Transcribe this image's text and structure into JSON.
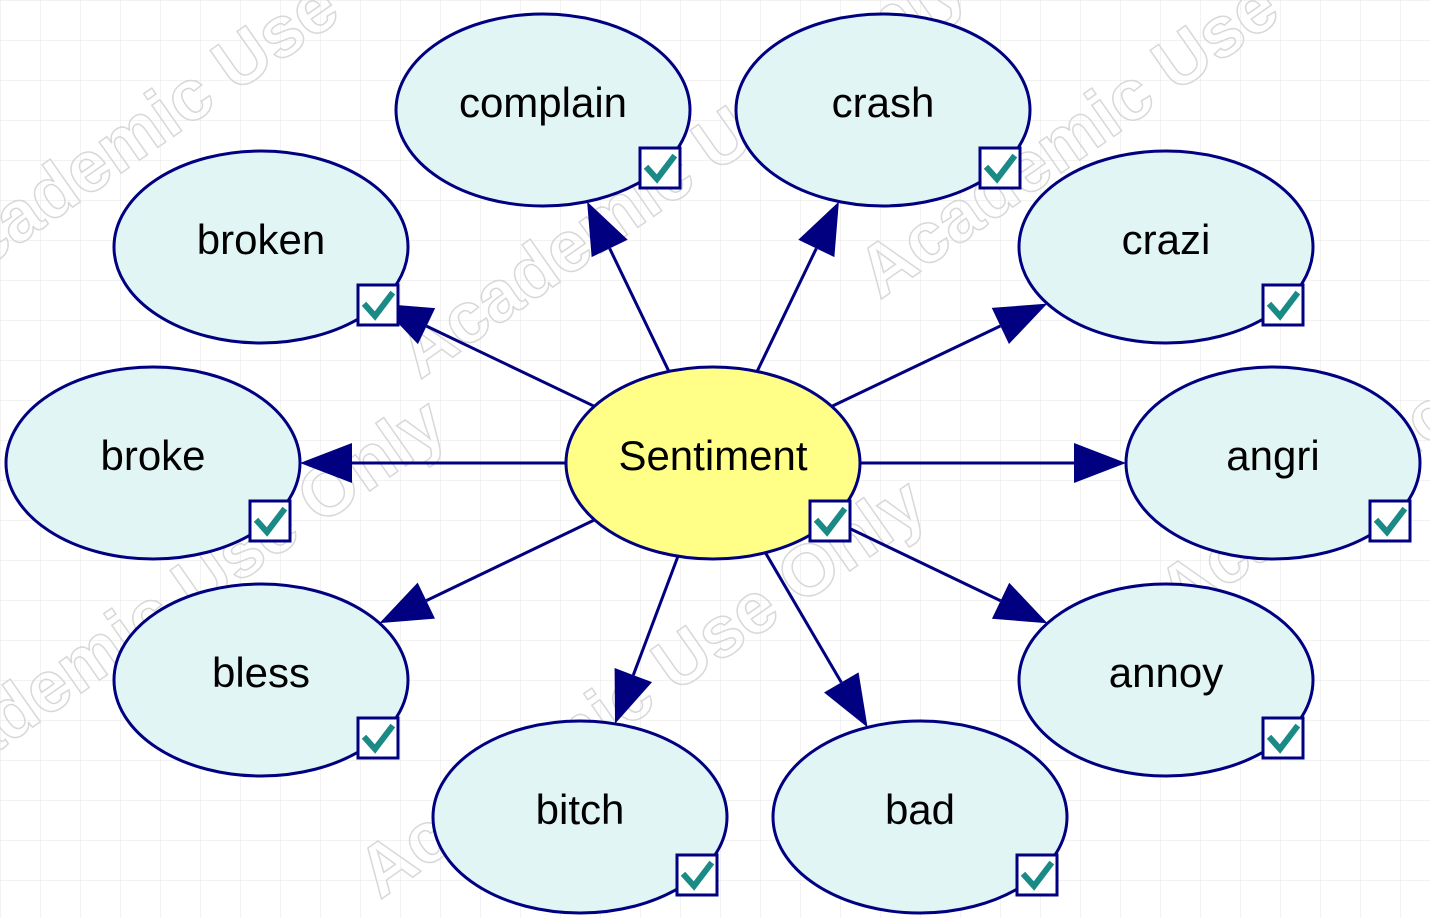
{
  "colors": {
    "background": "#ffffff",
    "grid": "#e4e4e4",
    "node_fill": "#e2f5f5",
    "root_fill": "#ffff88",
    "stroke": "#000080",
    "check": "#1a8a86"
  },
  "watermark": {
    "text": "Academic Use Only"
  },
  "root": {
    "id": "sentiment",
    "label": "Sentiment",
    "icon": "check-icon"
  },
  "nodes": [
    {
      "id": "complain",
      "label": "complain",
      "icon": "check-icon"
    },
    {
      "id": "crash",
      "label": "crash",
      "icon": "check-icon"
    },
    {
      "id": "broken",
      "label": "broken",
      "icon": "check-icon"
    },
    {
      "id": "crazi",
      "label": "crazi",
      "icon": "check-icon"
    },
    {
      "id": "broke",
      "label": "broke",
      "icon": "check-icon"
    },
    {
      "id": "angri",
      "label": "angri",
      "icon": "check-icon"
    },
    {
      "id": "bless",
      "label": "bless",
      "icon": "check-icon"
    },
    {
      "id": "annoy",
      "label": "annoy",
      "icon": "check-icon"
    },
    {
      "id": "bitch",
      "label": "bitch",
      "icon": "check-icon"
    },
    {
      "id": "bad",
      "label": "bad",
      "icon": "check-icon"
    }
  ],
  "edges": [
    {
      "from": "sentiment",
      "to": "complain"
    },
    {
      "from": "sentiment",
      "to": "crash"
    },
    {
      "from": "sentiment",
      "to": "broken"
    },
    {
      "from": "sentiment",
      "to": "crazi"
    },
    {
      "from": "sentiment",
      "to": "broke"
    },
    {
      "from": "sentiment",
      "to": "angri"
    },
    {
      "from": "sentiment",
      "to": "bless"
    },
    {
      "from": "sentiment",
      "to": "annoy"
    },
    {
      "from": "sentiment",
      "to": "bitch"
    },
    {
      "from": "sentiment",
      "to": "bad"
    }
  ]
}
